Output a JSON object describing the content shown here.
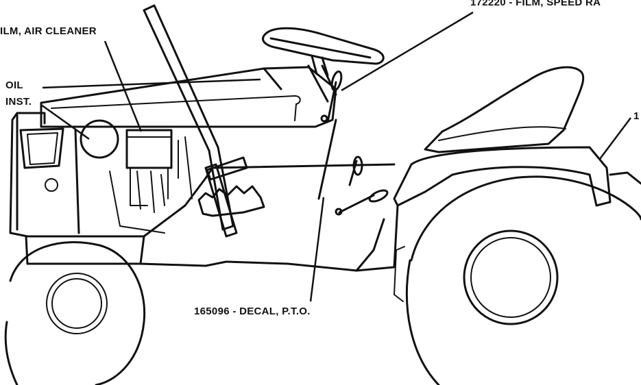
{
  "callouts": {
    "speed_range": "172220 - FILM, SPEED RA",
    "air_cleaner": "ILM, AIR CLEANER",
    "oil": "OIL",
    "inst": "INST.",
    "right_edge": "1",
    "pto": "165096 - DECAL, P.T.O."
  },
  "colors": {
    "ink": "#111111",
    "paper": "#ffffff"
  }
}
